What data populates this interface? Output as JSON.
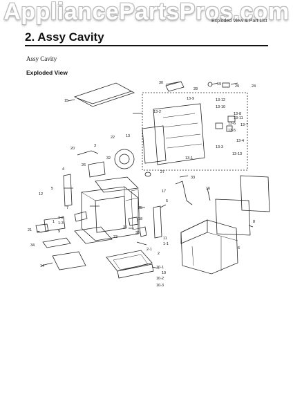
{
  "watermark": "AppliancePartsPros.com",
  "header_right": "Exploded View & Part List",
  "section_title": "2.  Assy Cavity",
  "subtitle": "Assy Cavity",
  "view_heading": "Exploded View",
  "part_labels": [
    "1",
    "1-1",
    "1-2",
    "1-3",
    "2",
    "2-1",
    "3",
    "4",
    "5",
    "6",
    "7",
    "8",
    "9",
    "10",
    "10-1",
    "10-2",
    "10-3",
    "11",
    "12",
    "13",
    "13-1",
    "13-2",
    "13-3",
    "13-4",
    "13-5",
    "13-6",
    "13-7",
    "13-8",
    "13-9",
    "13-10",
    "13-11",
    "13-12",
    "13-13",
    "14",
    "15",
    "16",
    "17",
    "18",
    "19",
    "20",
    "21",
    "22",
    "23",
    "24",
    "25",
    "26",
    "27",
    "28",
    "29",
    "30",
    "31",
    "32",
    "33",
    "34",
    "35"
  ]
}
